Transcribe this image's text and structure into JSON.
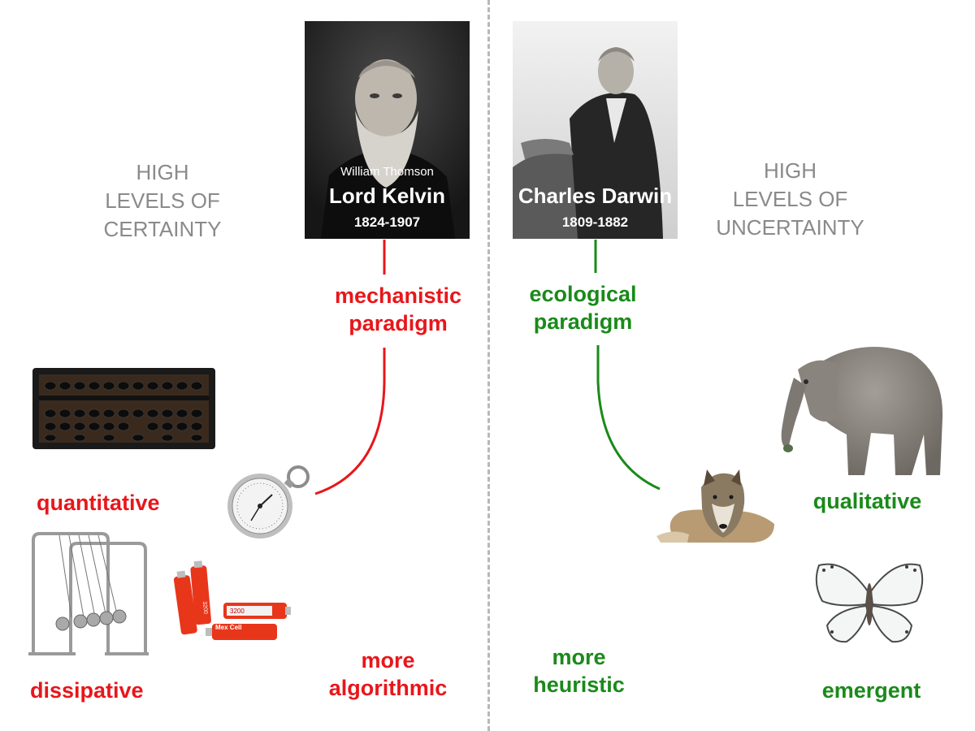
{
  "left": {
    "certainty_label": [
      "HIGH",
      "LEVELS OF",
      "CERTAINTY"
    ],
    "portrait": {
      "subtitle": "William Thomson",
      "name": "Lord Kelvin",
      "years": "1824-1907"
    },
    "paradigm": [
      "mechanistic",
      "paradigm"
    ],
    "quantitative": "quantitative",
    "dissipative": "dissipative",
    "more_label": [
      "more",
      "algorithmic"
    ],
    "battery_text": [
      "3200",
      "Mex Cell"
    ],
    "color": "#e8161b"
  },
  "right": {
    "certainty_label": [
      "HIGH",
      "LEVELS OF",
      "UNCERTAINTY"
    ],
    "portrait": {
      "name": "Charles Darwin",
      "years": "1809-1882"
    },
    "paradigm": [
      "ecological",
      "paradigm"
    ],
    "qualitative": "qualitative",
    "emergent": "emergent",
    "more_label": [
      "more",
      "heuristic"
    ],
    "color": "#1a8a1a"
  },
  "icons": [
    "abacus-icon",
    "stopwatch-icon",
    "newtons-cradle-icon",
    "batteries-icon",
    "elephant-icon",
    "wolf-icon",
    "butterfly-icon"
  ]
}
